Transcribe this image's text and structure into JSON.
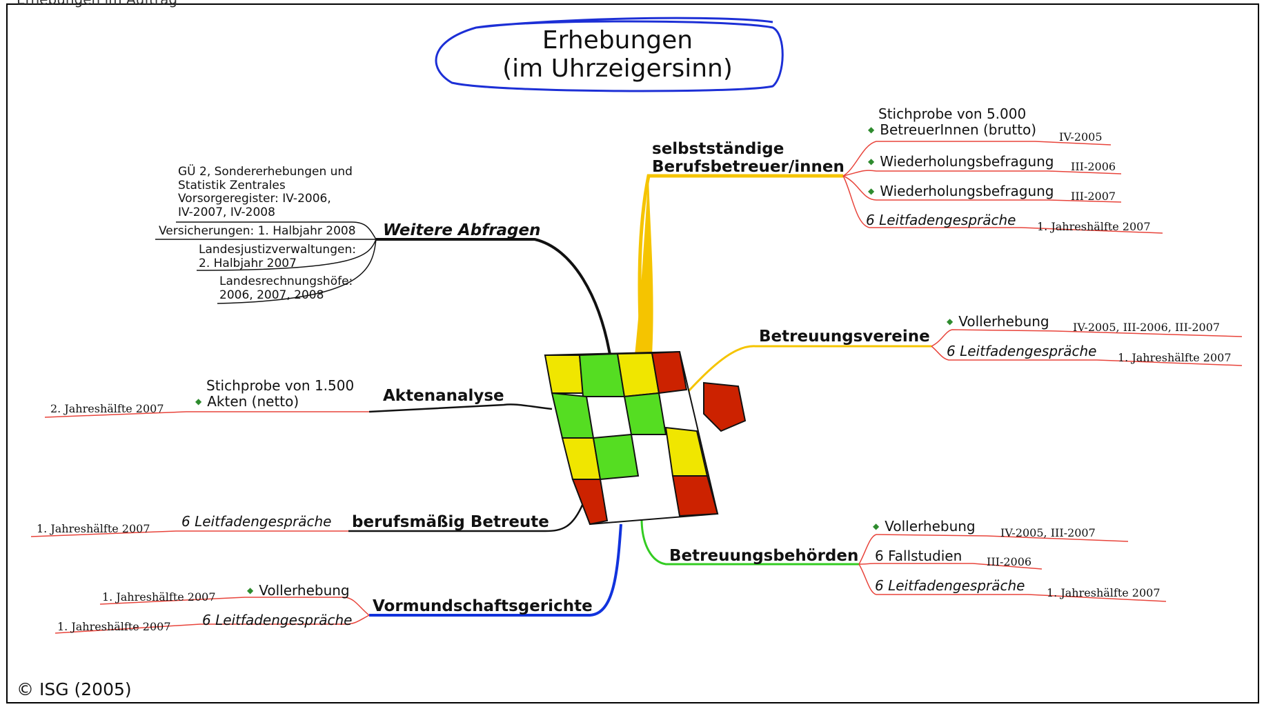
{
  "header_caption": "Erhebungen im Auftrag",
  "copyright": "© ISG (2005)",
  "title": {
    "line1": "Erhebungen",
    "line2": "(im Uhrzeigersinn)"
  },
  "colors": {
    "title_ellipse": "#1c2fd6",
    "leaf_line": "#e8433a",
    "yellow": "#f5c400",
    "green": "#33cc22",
    "blue": "#1133dd",
    "black": "#111111",
    "puzzle_red": "#cc2200",
    "puzzle_yellow": "#f0e600",
    "puzzle_green": "#55dd22"
  },
  "branches": {
    "berufsbetreuer": {
      "label_line1": "selbstständige",
      "label_line2": "Berufsbetreuer/innen",
      "items": [
        {
          "text_line1": "Stichprobe von 5.000",
          "text_line2": "BetreuerInnen (brutto)",
          "value": "IV-2005"
        },
        {
          "text": "Wiederholungsbefragung",
          "value": "III-2006"
        },
        {
          "text": "Wiederholungsbefragung",
          "value": "III-2007"
        },
        {
          "text": "6 Leitfadengespräche",
          "value": "1. Jahreshälfte 2007"
        }
      ]
    },
    "vereine": {
      "label": "Betreuungsvereine",
      "items": [
        {
          "text": "Vollerhebung",
          "value": "IV-2005, III-2006, III-2007"
        },
        {
          "text": "6 Leitfadengespräche",
          "value": "1. Jahreshälfte 2007"
        }
      ]
    },
    "behoerden": {
      "label": "Betreuungsbehörden",
      "items": [
        {
          "text": "Vollerhebung",
          "value": "IV-2005, III-2007"
        },
        {
          "text": "6 Fallstudien",
          "value": "III-2006"
        },
        {
          "text": "6 Leitfadengespräche",
          "value": "1. Jahreshälfte 2007"
        }
      ]
    },
    "gerichte": {
      "label": "Vormundschaftsgerichte",
      "items": [
        {
          "text": "Vollerhebung",
          "value": "1. Jahreshälfte 2007"
        },
        {
          "text": "6 Leitfadengespräche",
          "value": "1. Jahreshälfte 2007"
        }
      ]
    },
    "betreute": {
      "label": "berufsmäßig Betreute",
      "items": [
        {
          "text": "6 Leitfadengespräche",
          "value": "1. Jahreshälfte 2007"
        }
      ]
    },
    "akten": {
      "label": "Aktenanalyse",
      "items": [
        {
          "text_line1": "Stichprobe von 1.500",
          "text_line2": "Akten (netto)",
          "value": "2. Jahreshälfte 2007"
        }
      ]
    },
    "weitere": {
      "label": "Weitere Abfragen",
      "items": [
        {
          "line1": "GÜ 2, Sondererhebungen und",
          "line2": "Statistik Zentrales",
          "line3": "Vorsorgeregister: IV-2006,",
          "line4": "IV-2007, IV-2008"
        },
        {
          "line1": "Versicherungen: 1. Halbjahr 2008"
        },
        {
          "line1": "Landesjustizverwaltungen:",
          "line2": "2. Halbjahr 2007"
        },
        {
          "line1": "Landesrechnungshöfe:",
          "line2": "2006, 2007, 2008"
        }
      ]
    }
  }
}
